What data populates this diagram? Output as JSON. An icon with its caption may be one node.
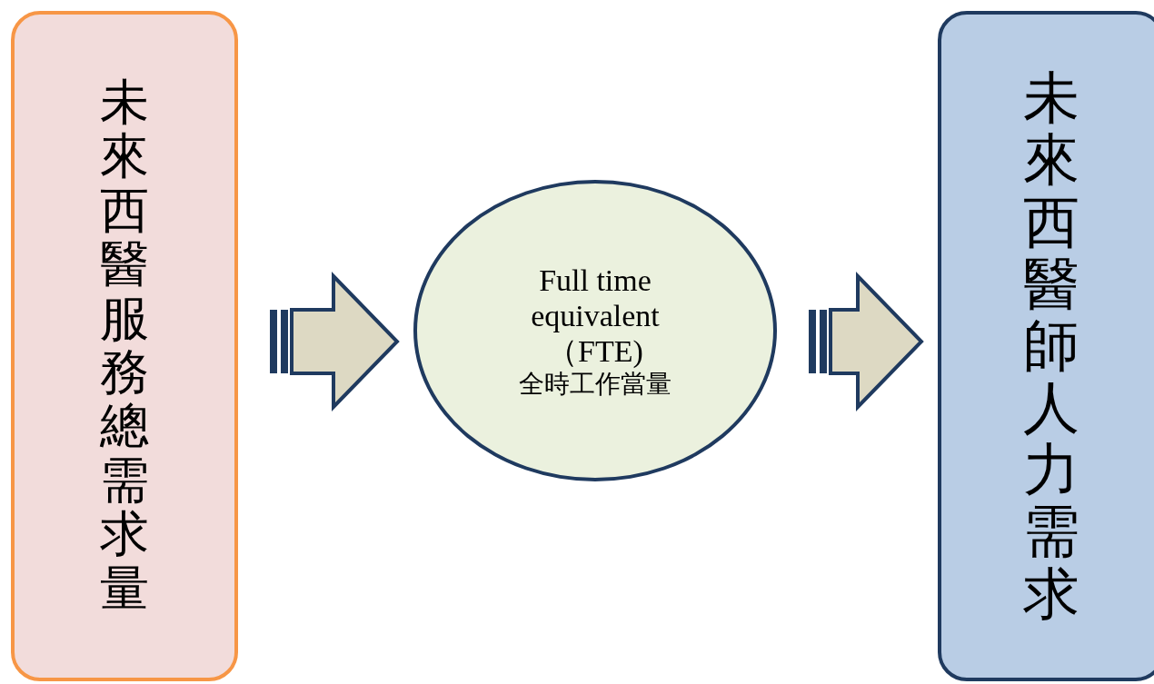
{
  "diagram": {
    "nodes": [
      {
        "text": [
          "未來西醫服務總需求量"
        ]
      },
      {
        "text": [
          "Full time equivalent （FTE)",
          "全時工作當量"
        ]
      },
      {
        "text": [
          "未來西醫師人力需求"
        ]
      }
    ],
    "edges": [
      {
        "from": 0,
        "to": 1,
        "arrow": "to"
      },
      {
        "from": 1,
        "to": 2,
        "arrow": "to"
      }
    ]
  }
}
